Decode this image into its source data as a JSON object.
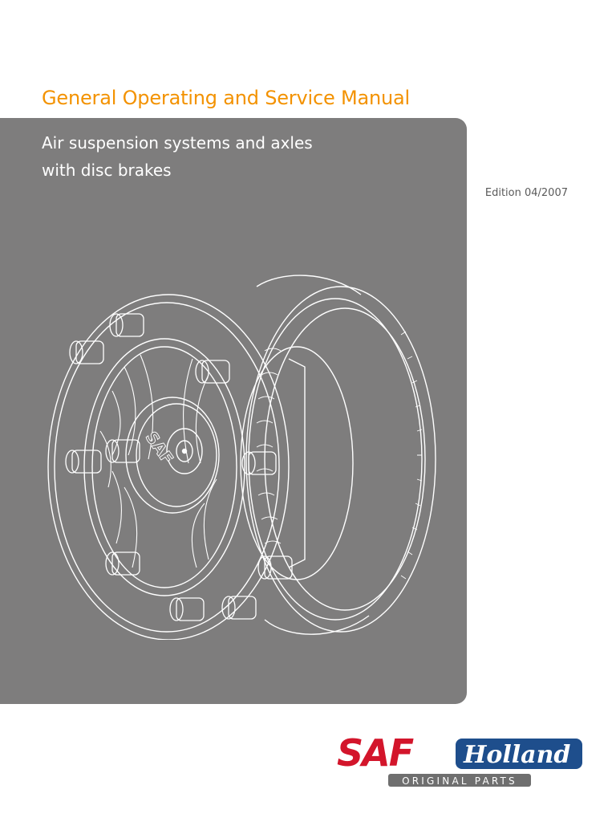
{
  "cover": {
    "title": "General Operating and Service Manual",
    "subtitle_line1": "Air suspension systems and axles",
    "subtitle_line2": "with disc brakes",
    "edition": "Edition 04/2007"
  },
  "illustration": {
    "icon": "wheel-hub-disc-brake-drawing",
    "hub_marking": "SAF"
  },
  "logo": {
    "brand_part1": "SAF",
    "brand_part2": "Holland",
    "tagline": "ORIGINAL PARTS"
  },
  "colors": {
    "accent_orange": "#F39200",
    "panel_gray": "#7e7d7d",
    "logo_red": "#D3152B",
    "logo_blue": "#1E4E8C",
    "tagline_gray": "#6f6f6f"
  }
}
